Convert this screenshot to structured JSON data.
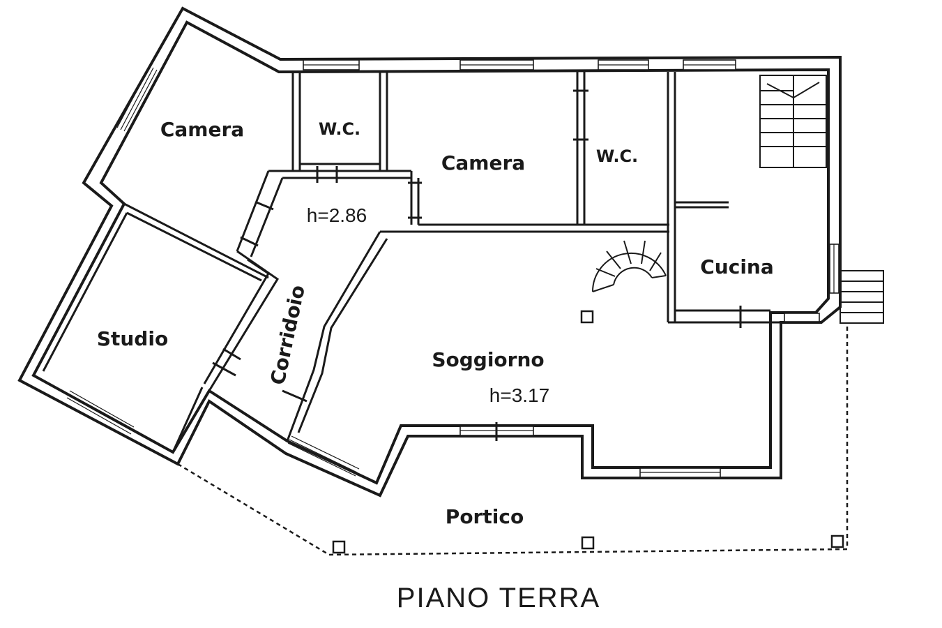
{
  "rooms": {
    "camera_1": "Camera",
    "wc_1": "W.C.",
    "camera_2": "Camera",
    "wc_2": "W.C.",
    "cucina": "Cucina",
    "studio": "Studio",
    "corridoio": "Corridoio",
    "soggiorno": "Soggiorno",
    "portico": "Portico"
  },
  "heights": {
    "corridoio_height": "h=2.86",
    "soggiorno_height": "h=3.17"
  },
  "floor_title": "PIANO TERRA"
}
